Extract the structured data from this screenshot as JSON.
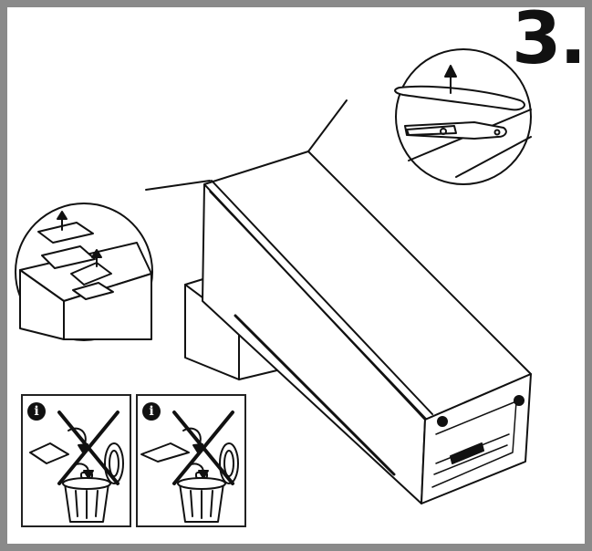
{
  "step": {
    "number": "3."
  },
  "info_panels": [
    {
      "badge": "i",
      "icon": "info-icon",
      "crossed_out": true
    },
    {
      "badge": "i",
      "icon": "info-icon",
      "crossed_out": true
    }
  ],
  "colors": {
    "frame": "#8a8a8a",
    "ink": "#111111",
    "background": "#ffffff"
  }
}
